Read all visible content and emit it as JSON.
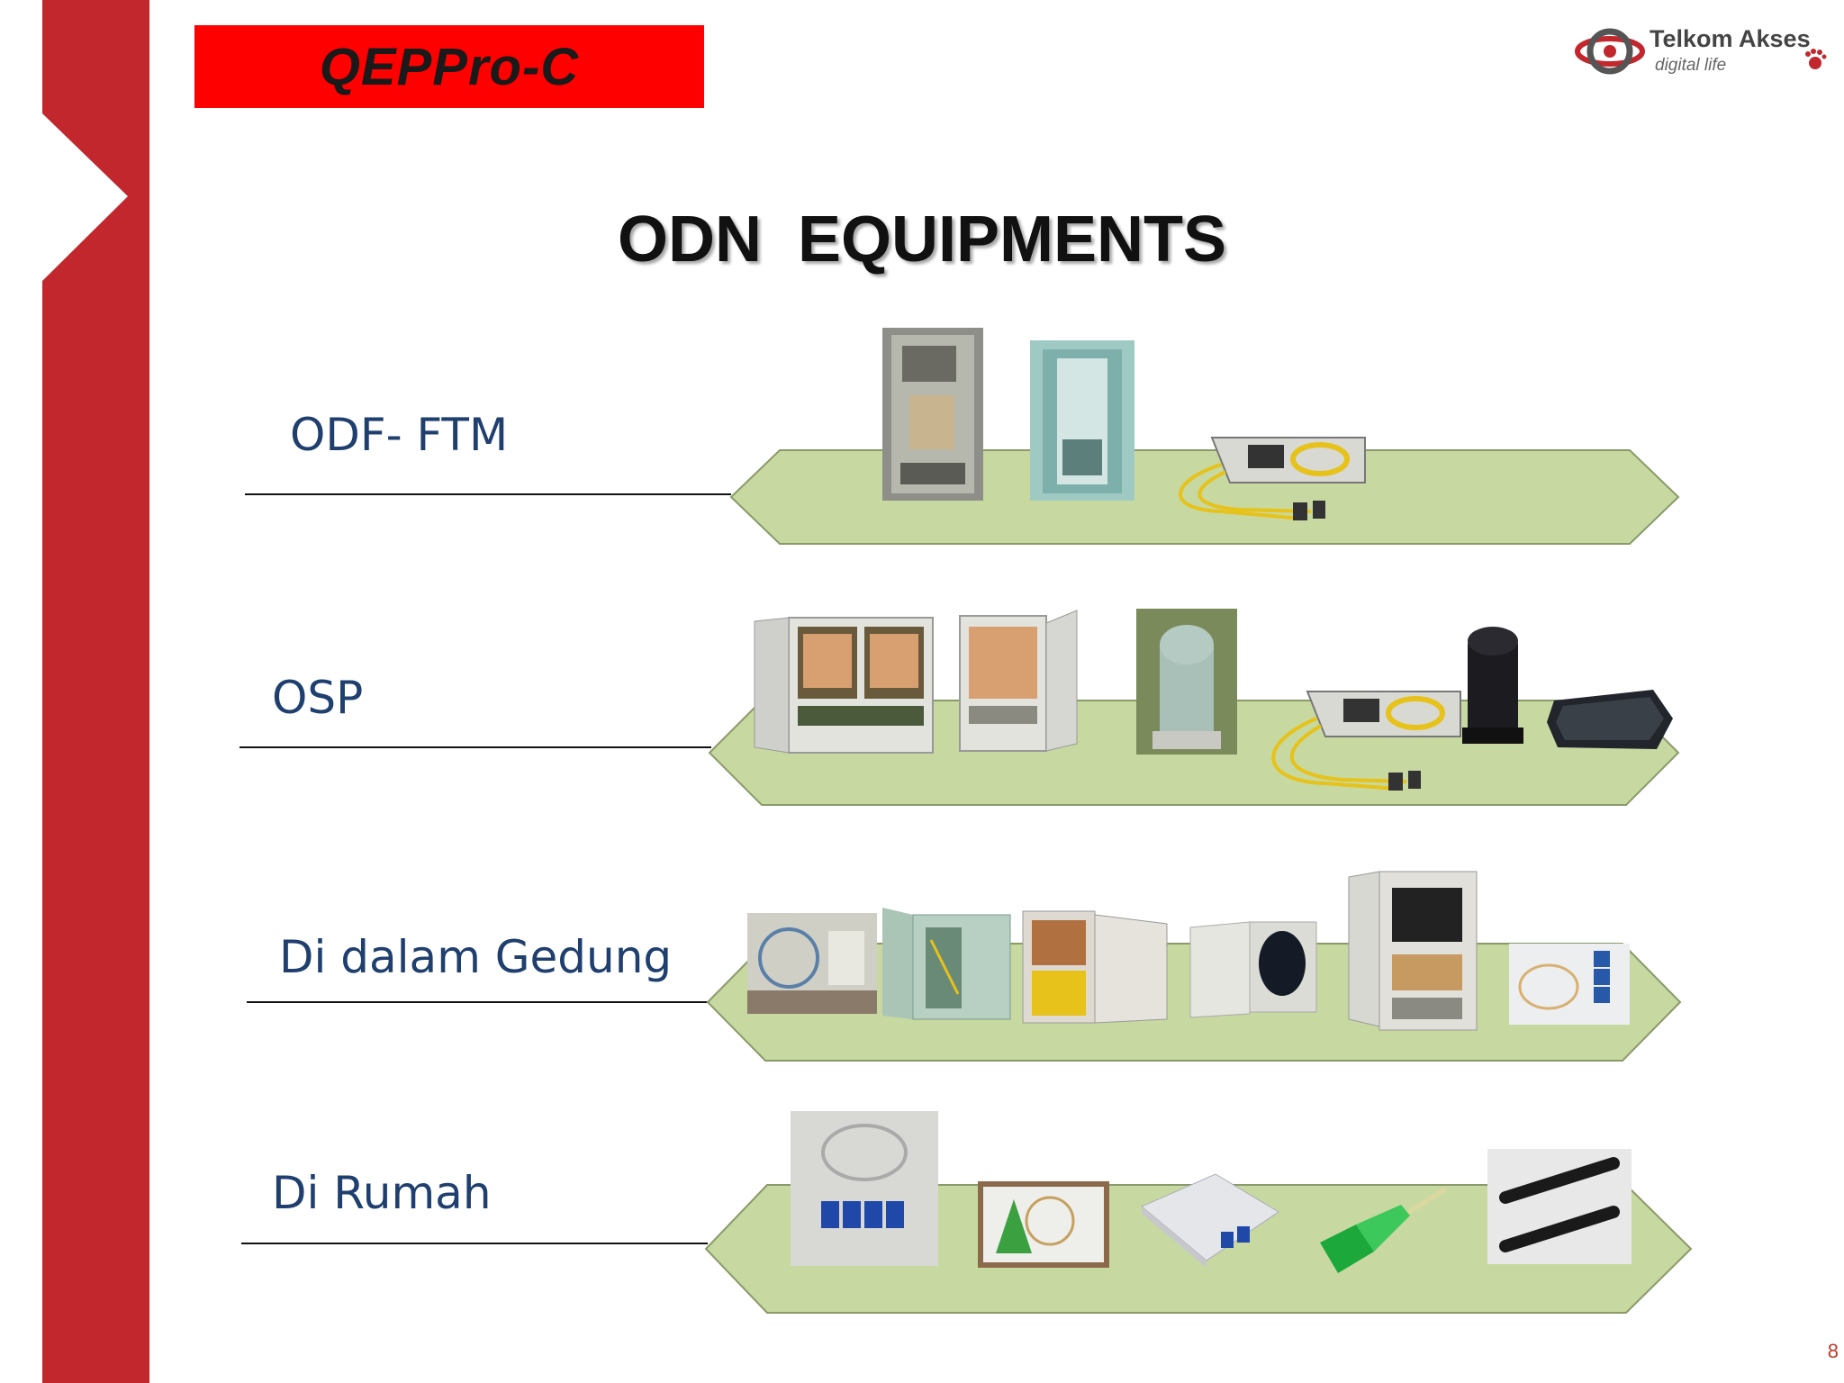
{
  "brand": {
    "name": "QEPPro-C"
  },
  "logo": {
    "company": "Telkom Akses",
    "tagline": "digital life"
  },
  "title": "ODN  EQUIPMENTS",
  "rows": [
    {
      "label": "ODF- FTM"
    },
    {
      "label": "OSP"
    },
    {
      "label": "Di dalam Gedung"
    },
    {
      "label": "Di Rumah"
    }
  ],
  "page_number": "8",
  "colors": {
    "accent_red": "#c1272d",
    "brand_red": "#ff0000",
    "shelf_green": "#c7d9a0",
    "label_blue": "#1f3f6e"
  }
}
